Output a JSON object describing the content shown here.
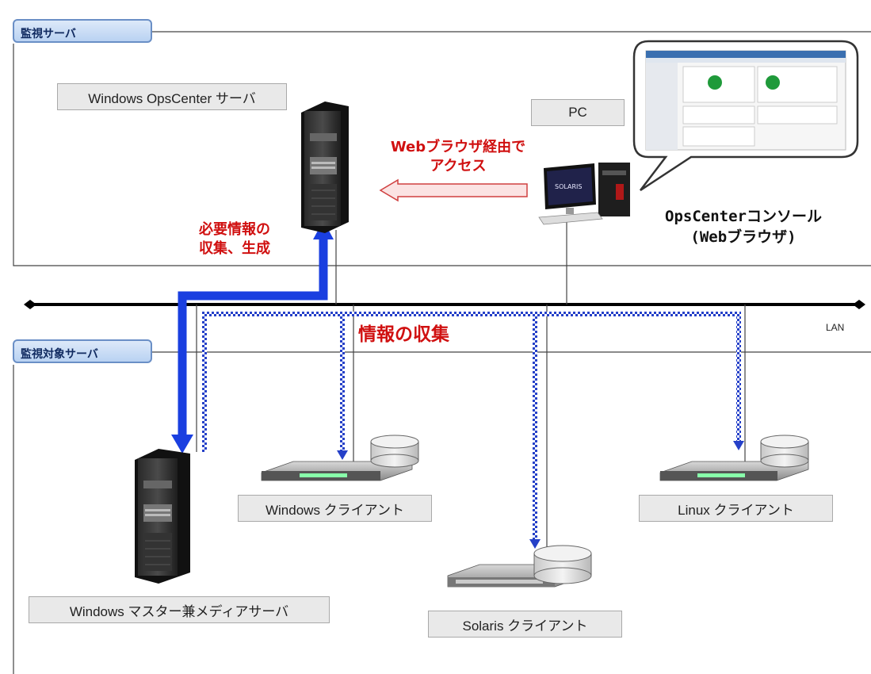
{
  "zones": {
    "monitoring_server": "監視サーバ",
    "monitored_server": "監視対象サーバ"
  },
  "nodes": {
    "opscenter_server": "Windows OpsCenter サーバ",
    "pc": "PC",
    "windows_client": "Windows クライアント",
    "linux_client": "Linux クライアント",
    "solaris_client": "Solaris クライアント",
    "master_media_server": "Windows マスター兼メディアサーバ"
  },
  "annotations": {
    "web_access_line1": "Webブラウザ経由で",
    "web_access_line2": "アクセス",
    "collect_generate_line1": "必要情報の",
    "collect_generate_line2": "収集、生成",
    "info_collection": "情報の収集",
    "console_line1": "OpsCenterコンソール",
    "console_line2": "(Webブラウザ)",
    "lan": "LAN"
  },
  "monitor_screen_text": "SOLARIS",
  "colors": {
    "accent_blue": "#1a3fe0",
    "accent_red": "#d01010",
    "tab_border": "#6a8fc6",
    "dotted_blue": "#2540c8"
  }
}
